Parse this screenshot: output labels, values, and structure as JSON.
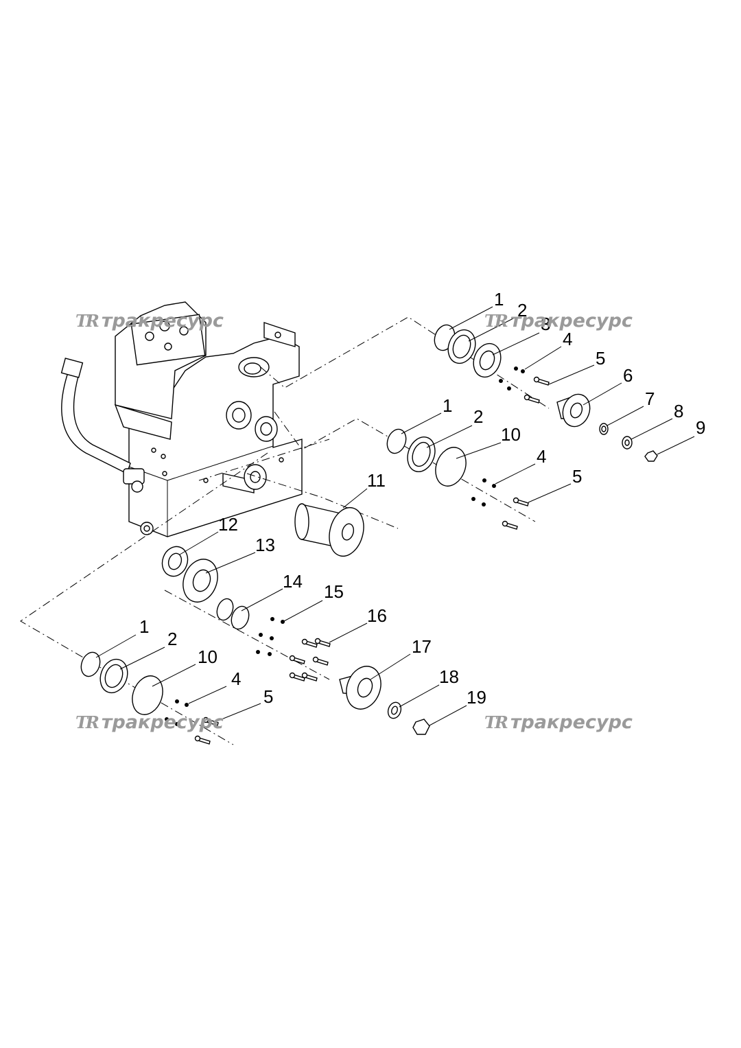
{
  "watermark": {
    "logo": "TR",
    "text": "тракресурс"
  },
  "callouts": [
    "1",
    "2",
    "3",
    "4",
    "5",
    "6",
    "7",
    "8",
    "9",
    "1",
    "2",
    "10",
    "4",
    "5",
    "11",
    "12",
    "13",
    "14",
    "15",
    "16",
    "1",
    "2",
    "10",
    "4",
    "5",
    "17",
    "18",
    "19"
  ]
}
